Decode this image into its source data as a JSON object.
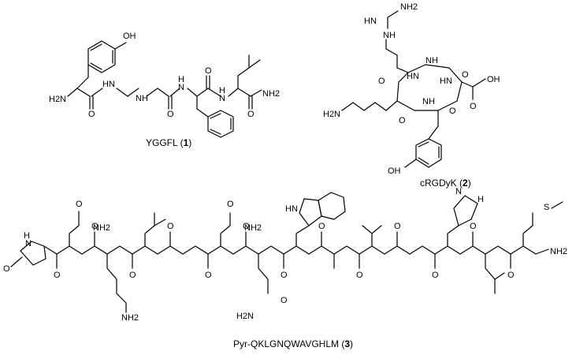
{
  "figure": {
    "captions": {
      "c1": {
        "name": "YGGFL",
        "num": "1"
      },
      "c2": {
        "name": "cRGDyK",
        "num": "2"
      },
      "c3": {
        "name": "Pyr-QKLGNQWAVGHLM",
        "num": "3"
      }
    },
    "labels": {
      "oh": "OH",
      "h2n": "H2N",
      "nh2": "NH2",
      "nh": "NH",
      "hn": "HN",
      "h": "H",
      "n": "N",
      "o": "O",
      "s": "S"
    }
  }
}
